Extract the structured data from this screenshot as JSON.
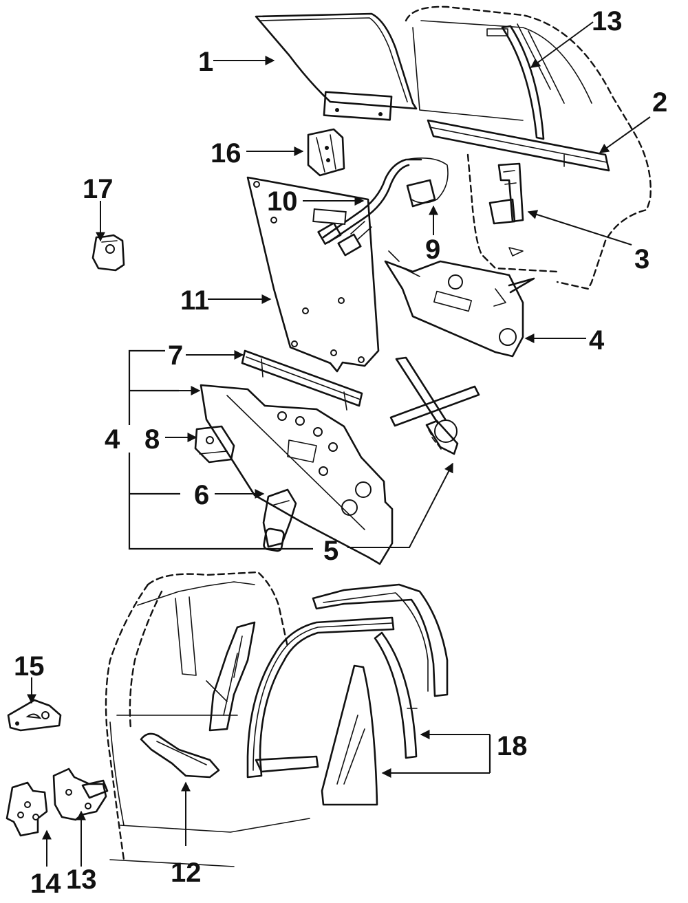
{
  "callouts": {
    "c1": "1",
    "c2": "2",
    "c3": "3",
    "c4a": "4",
    "c4b": "4",
    "c5": "5",
    "c6": "6",
    "c7": "7",
    "c8": "8",
    "c9": "9",
    "c10": "10",
    "c11": "11",
    "c12": "12",
    "c13a": "13",
    "c13b": "13",
    "c14": "14",
    "c15": "15",
    "c16": "16",
    "c17": "17",
    "c18": "18"
  }
}
